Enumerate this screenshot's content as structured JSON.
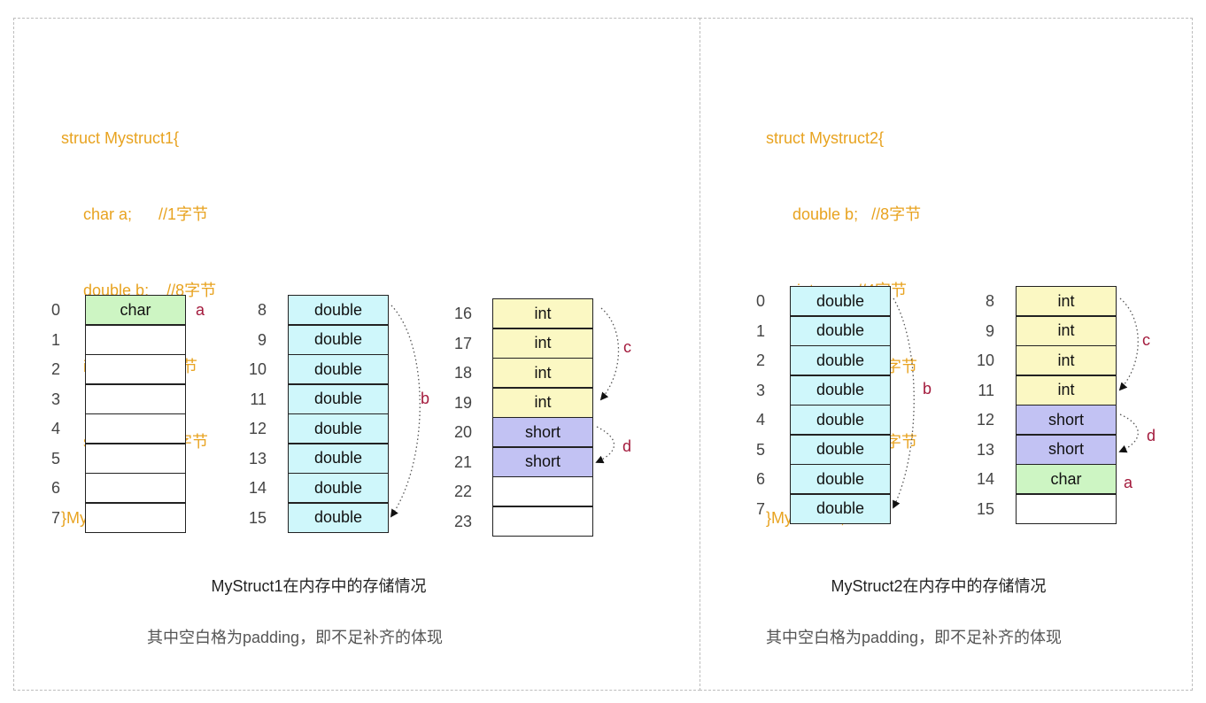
{
  "colors": {
    "code": "#e8a320",
    "double": "#cff7fb",
    "int": "#fbf8c3",
    "short": "#c2c2f3",
    "char": "#cdf5c3",
    "empty": "#ffffff",
    "member_tag": "#a31a3c"
  },
  "left": {
    "code_lines": [
      "struct Mystruct1{",
      "     char a;      //1字节",
      "     double b;    //8字节",
      "     int c;       //4字节",
      "     short d;     //2字节",
      "}Mystruct1;"
    ],
    "columns": [
      {
        "indices": [
          "0",
          "1",
          "2",
          "3",
          "4",
          "5",
          "6",
          "7"
        ],
        "cells": [
          "char",
          "",
          "",
          "",
          "",
          "",
          "",
          ""
        ],
        "types": [
          "char",
          "empty",
          "empty",
          "empty",
          "empty",
          "empty",
          "empty",
          "empty"
        ]
      },
      {
        "indices": [
          "8",
          "9",
          "10",
          "11",
          "12",
          "13",
          "14",
          "15"
        ],
        "cells": [
          "double",
          "double",
          "double",
          "double",
          "double",
          "double",
          "double",
          "double"
        ],
        "types": [
          "double",
          "double",
          "double",
          "double",
          "double",
          "double",
          "double",
          "double"
        ]
      },
      {
        "indices": [
          "16",
          "17",
          "18",
          "19",
          "20",
          "21",
          "22",
          "23"
        ],
        "cells": [
          "int",
          "int",
          "int",
          "int",
          "short",
          "short",
          "",
          ""
        ],
        "types": [
          "int",
          "int",
          "int",
          "int",
          "short",
          "short",
          "empty",
          "empty"
        ]
      }
    ],
    "tags": {
      "a": "a",
      "b": "b",
      "c": "c",
      "d": "d"
    },
    "caption": "MyStruct1在内存中的存储情况",
    "note": "其中空白格为padding，即不足补齐的体现"
  },
  "right": {
    "code_lines": [
      "struct Mystruct2{",
      "      double b;   //8字节",
      "       int c;      //4字节",
      "       short d;    //2字节",
      "       char a;     //1字节",
      "}Mystruct2;"
    ],
    "columns": [
      {
        "indices": [
          "0",
          "1",
          "2",
          "3",
          "4",
          "5",
          "6",
          "7"
        ],
        "cells": [
          "double",
          "double",
          "double",
          "double",
          "double",
          "double",
          "double",
          "double"
        ],
        "types": [
          "double",
          "double",
          "double",
          "double",
          "double",
          "double",
          "double",
          "double"
        ]
      },
      {
        "indices": [
          "8",
          "9",
          "10",
          "11",
          "12",
          "13",
          "14",
          "15"
        ],
        "cells": [
          "int",
          "int",
          "int",
          "int",
          "short",
          "short",
          "char",
          ""
        ],
        "types": [
          "int",
          "int",
          "int",
          "int",
          "short",
          "short",
          "char",
          "empty"
        ]
      }
    ],
    "tags": {
      "a": "a",
      "b": "b",
      "c": "c",
      "d": "d"
    },
    "caption": "MyStruct2在内存中的存储情况",
    "note": "其中空白格为padding，即不足补齐的体现"
  }
}
